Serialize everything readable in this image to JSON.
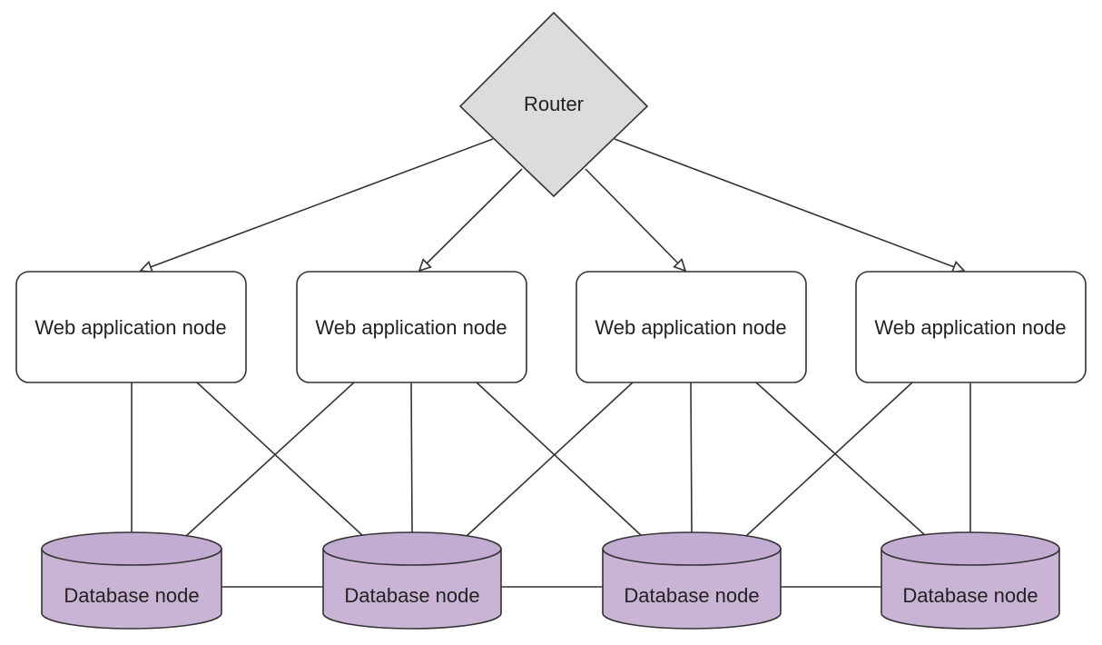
{
  "colors": {
    "router_fill": "#dcdcdc",
    "app_fill": "#ffffff",
    "db_fill": "#c9b4d6",
    "db_top": "#c3acd1",
    "stroke": "#333333",
    "text": "#222222"
  },
  "router": {
    "label": "Router"
  },
  "app_nodes": [
    {
      "label": "Web application node"
    },
    {
      "label": "Web application node"
    },
    {
      "label": "Web application node"
    },
    {
      "label": "Web application node"
    }
  ],
  "db_nodes": [
    {
      "label": "Database node"
    },
    {
      "label": "Database node"
    },
    {
      "label": "Database node"
    },
    {
      "label": "Database node"
    }
  ],
  "connections": {
    "router_to_app": [
      0,
      1,
      2,
      3
    ],
    "app_to_db": [
      [
        0,
        0
      ],
      [
        0,
        1
      ],
      [
        1,
        0
      ],
      [
        1,
        1
      ],
      [
        1,
        2
      ],
      [
        2,
        1
      ],
      [
        2,
        2
      ],
      [
        2,
        3
      ],
      [
        3,
        2
      ],
      [
        3,
        3
      ]
    ],
    "db_to_db": [
      [
        0,
        1
      ],
      [
        1,
        2
      ],
      [
        2,
        3
      ]
    ]
  }
}
